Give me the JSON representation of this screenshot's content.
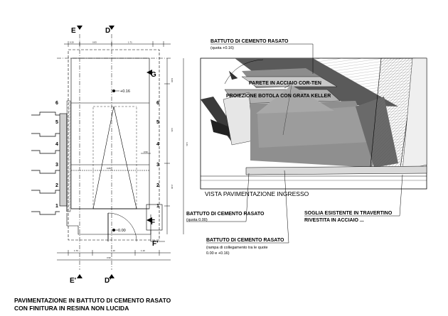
{
  "plan": {
    "axis_top": [
      "E",
      "D"
    ],
    "axis_bottom": [
      "E'",
      "D'"
    ],
    "axis_side": [
      "G",
      "F",
      "F'"
    ],
    "step_numbers": [
      "6",
      "5",
      "4",
      "3",
      "2",
      "1"
    ],
    "level_mark": "+0.16",
    "level_mark_2": "0.00"
  },
  "view": {
    "label_top": "BATTUTO DI CEMENTO RASATO",
    "label_top_sub": "(quota +0.16)",
    "label_wall": "PARETE IN ACCIAIO COR-TEN",
    "label_hatch": "PROIEZIONE BOTOLA CON GRATA KELLER",
    "caption": "VISTA PAVIMENTAZIONE INGRESSO"
  },
  "notes": {
    "n1_title": "BATTUTO DI CEMENTO RASATO",
    "n1_sub": "(quota 0.00)",
    "n2_title": "BATTUTO DI CEMENTO RASATO",
    "n2_sub1": "(rampa di collegamento tra le quote",
    "n2_sub2": "0.00 e +0.16)",
    "n3_line1": "SOGLIA ESISTENTE IN TRAVERTINO",
    "n3_line2": "RIVESTITA IN ACCIAIO ..."
  },
  "title": {
    "line1": "PAVIMENTAZIONE IN BATTUTO DI CEMENTO RASATO",
    "line2": "CON FINITURA IN RESINA NON LUCIDA"
  }
}
